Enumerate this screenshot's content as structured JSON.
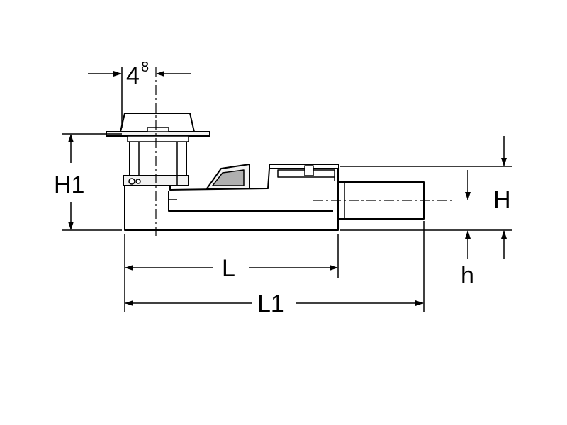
{
  "labels": {
    "width_main": "4",
    "width_sup": "8",
    "height_total": "H1",
    "height_outlet": "H",
    "height_low": "h",
    "length_body": "L",
    "length_total": "L1"
  },
  "colors": {
    "line": "#000000",
    "fill_light": "#f2f2f2",
    "fill_dark": "#b0b0b0",
    "background": "#ffffff"
  }
}
